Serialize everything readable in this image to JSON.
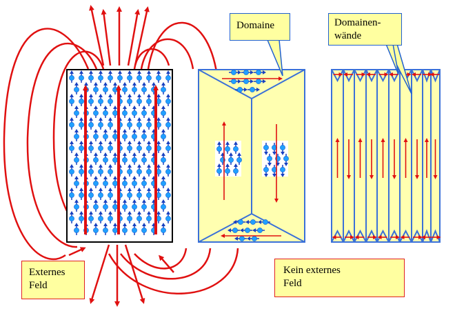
{
  "labels": {
    "domain": "Domaine",
    "walls_line1": "Domainen-",
    "walls_line2": "wände",
    "external_line1": "Externes",
    "external_line2": "Feld",
    "no_external_line1": "Kein externes",
    "no_external_line2": "Feld"
  },
  "colors": {
    "field_line": "#e01010",
    "domain_fill": "#ffffb0",
    "domain_edge": "#3a70d8",
    "spin_arrow": "#1840c0",
    "spin_ball": "#20a0ff",
    "label_fill": "#ffffa0"
  },
  "icons": {
    "spin": "spin-arrow-icon",
    "field": "field-arrow-icon"
  }
}
